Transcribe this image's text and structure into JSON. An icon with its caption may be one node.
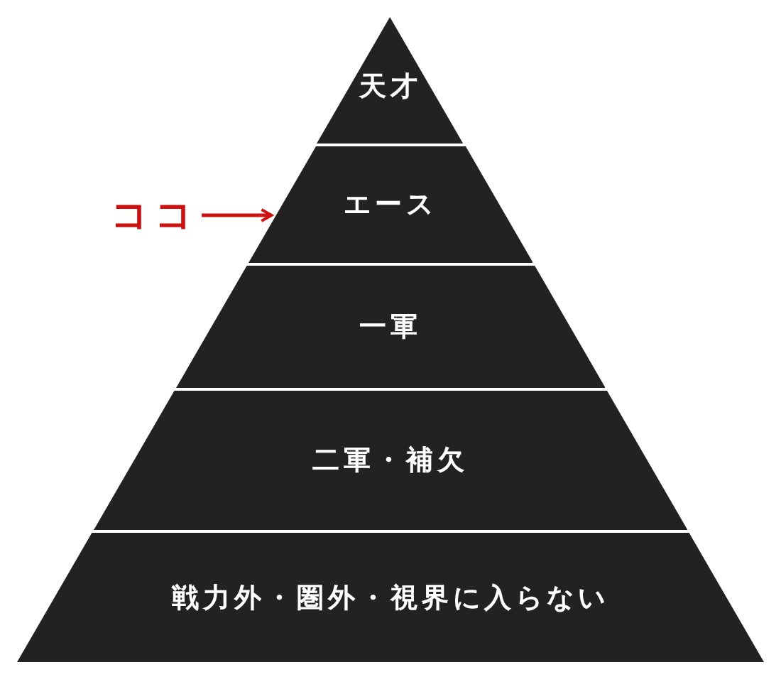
{
  "diagram": {
    "nodes": [
      {
        "text": [
          "天才"
        ]
      },
      {
        "text": [
          "エース"
        ]
      },
      {
        "text": [
          "一軍"
        ]
      },
      {
        "text": [
          "二軍・補欠"
        ]
      },
      {
        "text": [
          "戦力外・圏外・視界に入らない"
        ]
      },
      {
        "text": [
          "ココ"
        ]
      }
    ],
    "edges": [
      {
        "from": 5,
        "to": 1,
        "arrow": "to",
        "color": "#cc1111"
      }
    ]
  }
}
